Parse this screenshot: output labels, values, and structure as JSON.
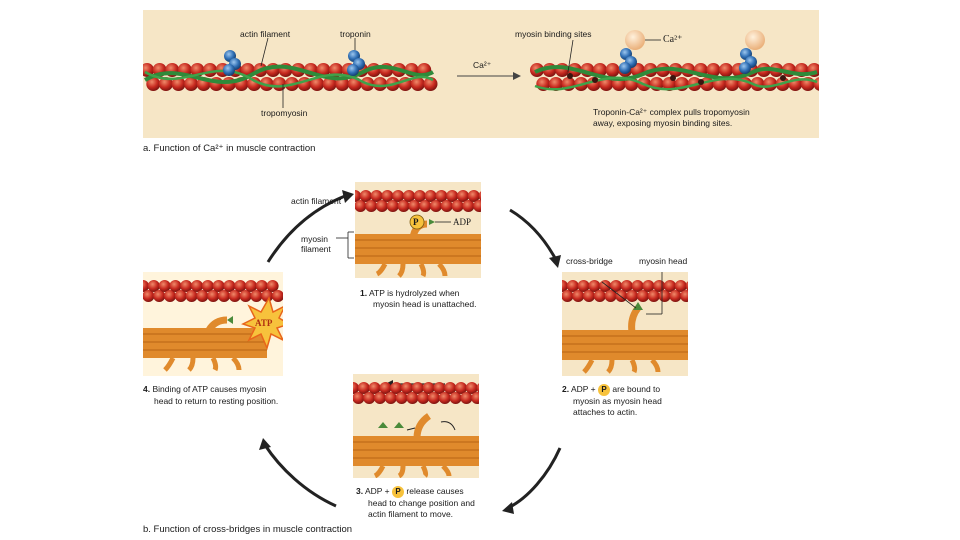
{
  "panel_a": {
    "labels": {
      "actin_filament": "actin filament",
      "troponin": "troponin",
      "tropomyosin": "tropomyosin",
      "ca_arrow": "Ca²⁺",
      "myosin_binding_sites": "myosin binding sites",
      "ca_ion": "Ca²⁺",
      "complex_line1": "Troponin-Ca²⁺ complex pulls tropomyosin",
      "complex_line2": "away, exposing myosin binding sites."
    },
    "caption": "a. Function of Ca²⁺ in muscle contraction"
  },
  "panel_b": {
    "labels": {
      "actin_filament": "actin filament",
      "myosin_filament_1": "myosin",
      "myosin_filament_2": "filament",
      "adp": "ADP",
      "p": "P",
      "atp": "ATP",
      "cross_bridge": "cross-bridge",
      "myosin_head": "myosin head"
    },
    "steps": {
      "s1_num": "1.",
      "s1_line1": "ATP is hydrolyzed when",
      "s1_line2": "myosin head is unattached.",
      "s2_num": "2.",
      "s2_pre": "ADP +",
      "s2_post": "are bound to",
      "s2_line2": "myosin as myosin head",
      "s2_line3": "attaches to actin.",
      "s3_num": "3.",
      "s3_pre": "ADP +",
      "s3_post": "release causes",
      "s3_line2": "head to change position and",
      "s3_line3": "actin filament to move.",
      "s4_num": "4.",
      "s4_line1": "Binding of ATP causes myosin",
      "s4_line2": "head to return to resting position."
    },
    "caption": "b. Function of cross-bridges in muscle contraction"
  },
  "colors": {
    "panel_bg": "#f6e6c6",
    "actin_red": "#c7291f",
    "tropomyosin_green": "#2f8a3a",
    "troponin_blue": "#2f6fb5",
    "myosin_orange": "#e08a2c",
    "atp_yellow": "#f7c23c"
  }
}
